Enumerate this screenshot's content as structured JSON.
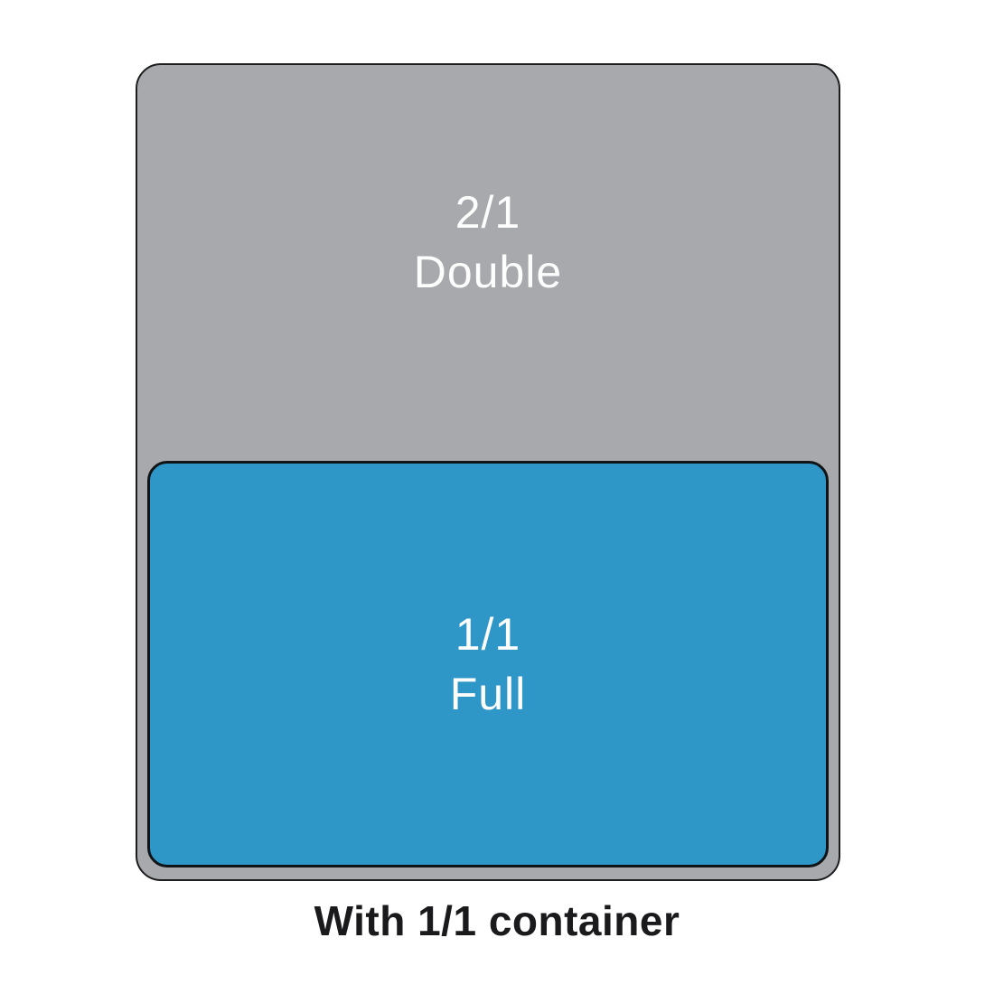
{
  "diagram": {
    "double_pan": {
      "size": "2/1",
      "name": "Double"
    },
    "full_pan": {
      "size": "1/1",
      "name": "Full"
    },
    "caption": "With 1/1 container"
  },
  "colors": {
    "double-pan": "#a7a9ac",
    "full-pan": "#2e97c8",
    "pan_label_text": "#fdfdfd",
    "caption_text": "#1a1a1c"
  }
}
